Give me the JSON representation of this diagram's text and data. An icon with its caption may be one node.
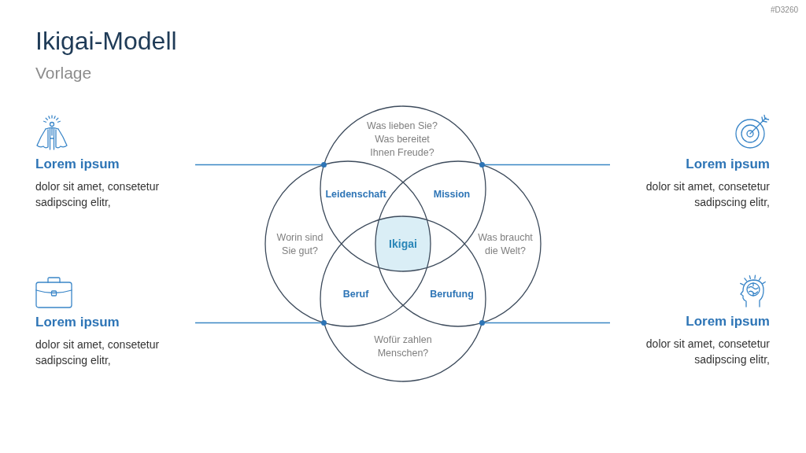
{
  "diagram": {
    "title": "Ikigai-Modell",
    "nodes": [
      {
        "text": [
          "Lorem ipsum",
          "dolor sit amet, consetetur sadipscing elitr,"
        ]
      },
      {
        "text": [
          "Lorem ipsum",
          "dolor sit amet, consetetur sadipscing elitr,"
        ]
      },
      {
        "text": [
          "Lorem ipsum",
          "dolor sit amet, consetetur sadipscing elitr,"
        ]
      },
      {
        "text": [
          "Lorem ipsum",
          "dolor sit amet, consetetur sadipscing elitr,"
        ]
      },
      {
        "text": [
          "Was lieben Sie? Was bereitet Ihnen Freude?"
        ]
      },
      {
        "text": [
          "Worin sind Sie gut?"
        ]
      },
      {
        "text": [
          "Was braucht die Welt?"
        ]
      },
      {
        "text": [
          "Wofür zahlen Menschen?"
        ]
      },
      {
        "text": [
          "Leidenschaft"
        ]
      },
      {
        "text": [
          "Mission"
        ]
      },
      {
        "text": [
          "Ikigai"
        ]
      },
      {
        "text": [
          "Beruf"
        ]
      },
      {
        "text": [
          "Berufung"
        ]
      },
      {
        "text": [],
        "shape": "circle"
      },
      {
        "text": [],
        "shape": "circle"
      },
      {
        "text": [],
        "shape": "circle"
      },
      {
        "text": [],
        "shape": "circle"
      }
    ],
    "edges": [
      {
        "from": 0,
        "to": 13,
        "arrow": "none"
      },
      {
        "from": 1,
        "to": 14,
        "arrow": "none"
      },
      {
        "from": 2,
        "to": 15,
        "arrow": "none"
      },
      {
        "from": 3,
        "to": 16,
        "arrow": "none"
      }
    ],
    "labels": [
      "#D3260",
      "Vorlage"
    ]
  }
}
